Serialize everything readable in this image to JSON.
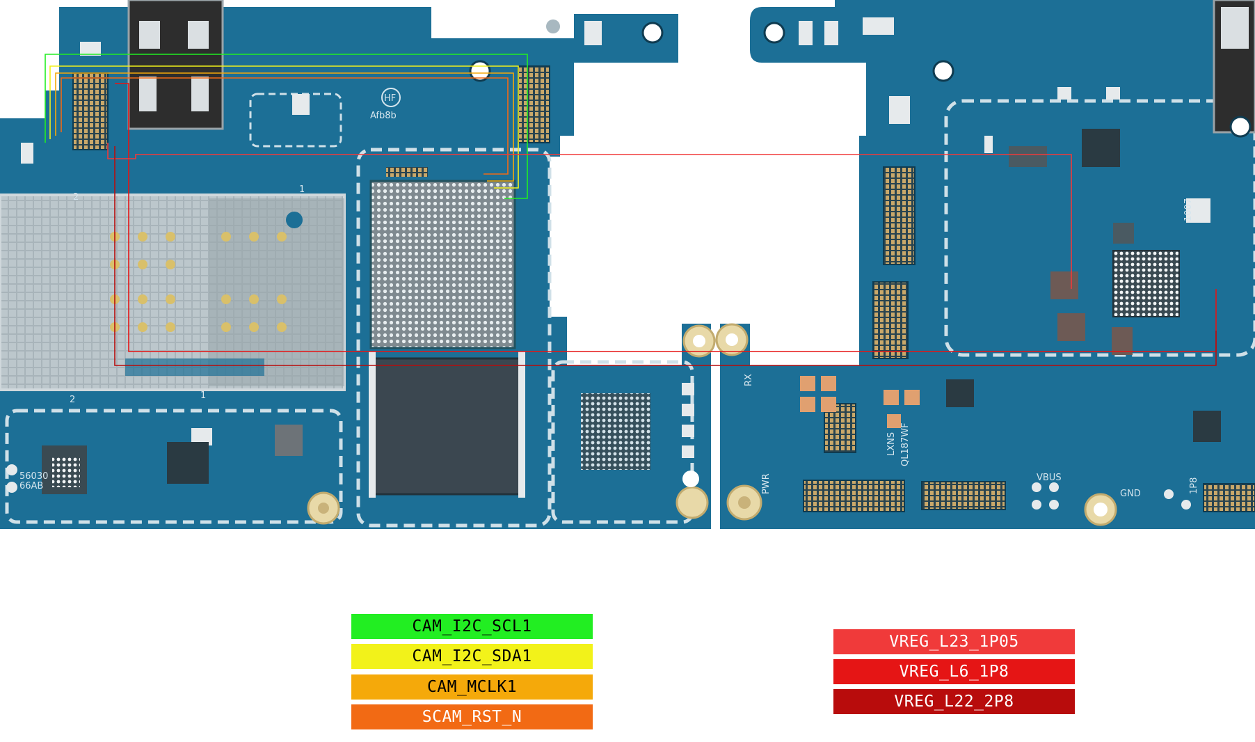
{
  "colors": {
    "pcb": "#1c6f96",
    "pcb_dark": "#155a7c",
    "silk": "#d8e6ee",
    "pad_gold": "#d9c89a",
    "shield": "#b9c6cc"
  },
  "board_labels": {
    "hf": "HF",
    "afb8b": "Afb8b",
    "rx": "RX",
    "pwr": "PWR",
    "vbus": "VBUS",
    "gnd": "GND",
    "l1p8": "1P8",
    "chip_code_1": "56030",
    "chip_code_2": "66AB",
    "chip_code_3": "1007",
    "chip_code_4": "LXNS",
    "chip_code_5": "QL187WF",
    "sim_1a": "1",
    "sim_1b": "1",
    "sim_2a": "2",
    "sim_2b": "2"
  },
  "legend_left": [
    {
      "label": "CAM_I2C_SCL1",
      "bg": "#22ee22",
      "fg": "#000000"
    },
    {
      "label": "CAM_I2C_SDA1",
      "bg": "#f2f21a",
      "fg": "#000000"
    },
    {
      "label": "CAM_MCLK1",
      "bg": "#f5a90a",
      "fg": "#000000"
    },
    {
      "label": "SCAM_RST_N",
      "bg": "#f26a14",
      "fg": "#ffffff"
    }
  ],
  "legend_right": [
    {
      "label": "VREG_L23_1P05",
      "bg": "#f03a3a",
      "fg": "#ffffff"
    },
    {
      "label": "VREG_L6_1P8",
      "bg": "#e51515",
      "fg": "#ffffff"
    },
    {
      "label": "VREG_L22_2P8",
      "bg": "#b80c0c",
      "fg": "#ffffff"
    }
  ]
}
